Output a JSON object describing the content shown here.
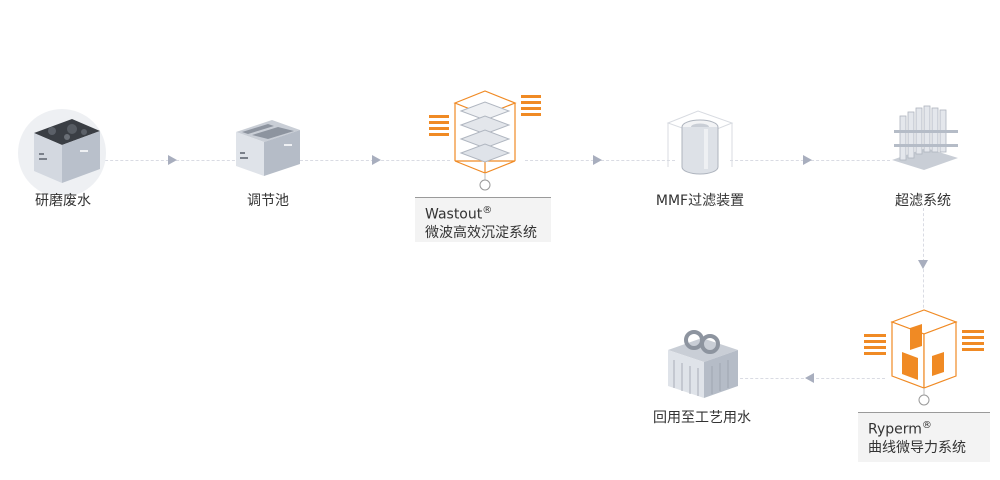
{
  "nodes": {
    "grinding": {
      "label": "研磨废水"
    },
    "tank": {
      "label": "调节池"
    },
    "wastout": {
      "brand": "Wastout",
      "reg": "®",
      "desc": "微波高效沉淀系统"
    },
    "mmf": {
      "label": "MMF过滤装置"
    },
    "uf": {
      "label": "超滤系统"
    },
    "ryperm": {
      "brand": "Ryperm",
      "reg": "®",
      "desc": "曲线微导力系统"
    },
    "reuse": {
      "label": "回用至工艺用水"
    }
  },
  "colors": {
    "accent": "#f08a24",
    "line": "#d9dbe3",
    "arrow": "#a8aebe"
  }
}
